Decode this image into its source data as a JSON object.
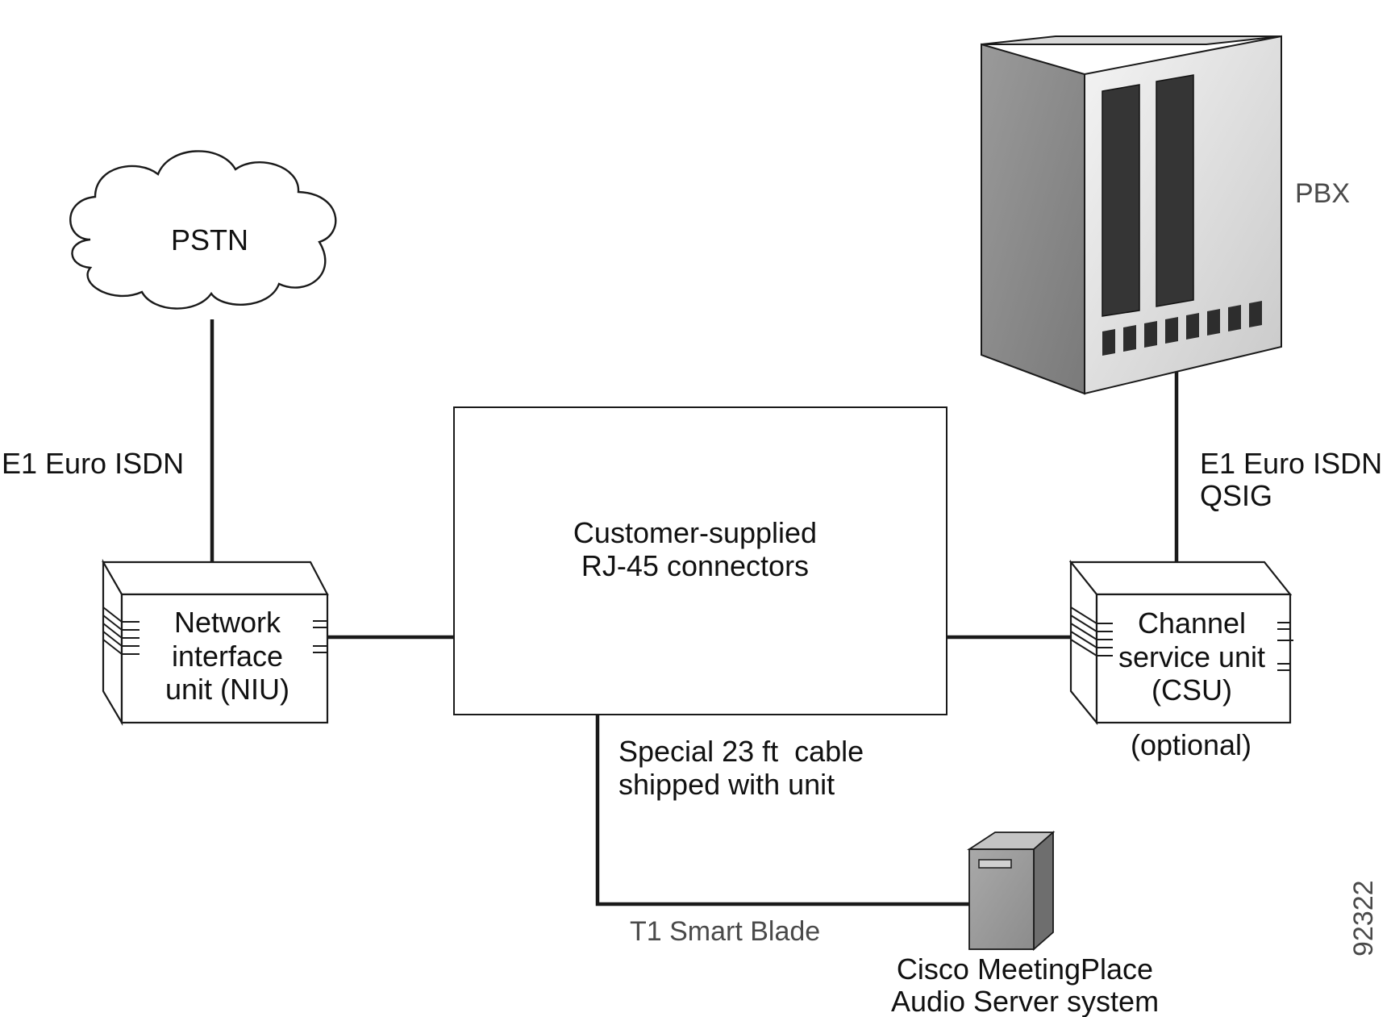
{
  "nodes": {
    "pstn": {
      "label": "PSTN"
    },
    "pbx": {
      "label": "PBX"
    },
    "patch_box": {
      "line1": "Customer-supplied",
      "line2": "RJ-45 connectors"
    },
    "niu": {
      "line1": "Network",
      "line2": "interface",
      "line3": "unit (NIU)"
    },
    "csu": {
      "line1": "Channel",
      "line2": "service unit",
      "line3": "(CSU)",
      "note": "(optional)"
    },
    "server": {
      "line1": "Cisco MeetingPlace",
      "line2": "Audio Server system"
    }
  },
  "links": {
    "pstn_niu": {
      "label": "E1 Euro ISDN"
    },
    "pbx_csu": {
      "line1": "E1 Euro ISDN",
      "line2": "QSIG"
    },
    "cable": {
      "line1": "Special 23 ft  cable",
      "line2": "shipped with unit"
    },
    "blade": {
      "label": "T1 Smart Blade"
    }
  },
  "figure_id": "92322",
  "colors": {
    "line": "#1a1a1a",
    "text": "#111111",
    "gray_label": "#4a4a4a"
  }
}
